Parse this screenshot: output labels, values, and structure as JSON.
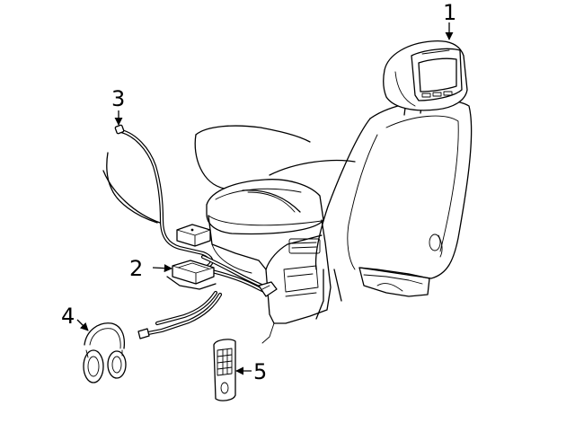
{
  "callouts": [
    {
      "id": "1",
      "label": "1",
      "part": "headrest-dvd-screen"
    },
    {
      "id": "2",
      "label": "2",
      "part": "control-module"
    },
    {
      "id": "3",
      "label": "3",
      "part": "antenna-cable"
    },
    {
      "id": "4",
      "label": "4",
      "part": "wireless-headphones"
    },
    {
      "id": "5",
      "label": "5",
      "part": "remote-control"
    }
  ],
  "colors": {
    "line": "#000000",
    "background": "#ffffff"
  }
}
